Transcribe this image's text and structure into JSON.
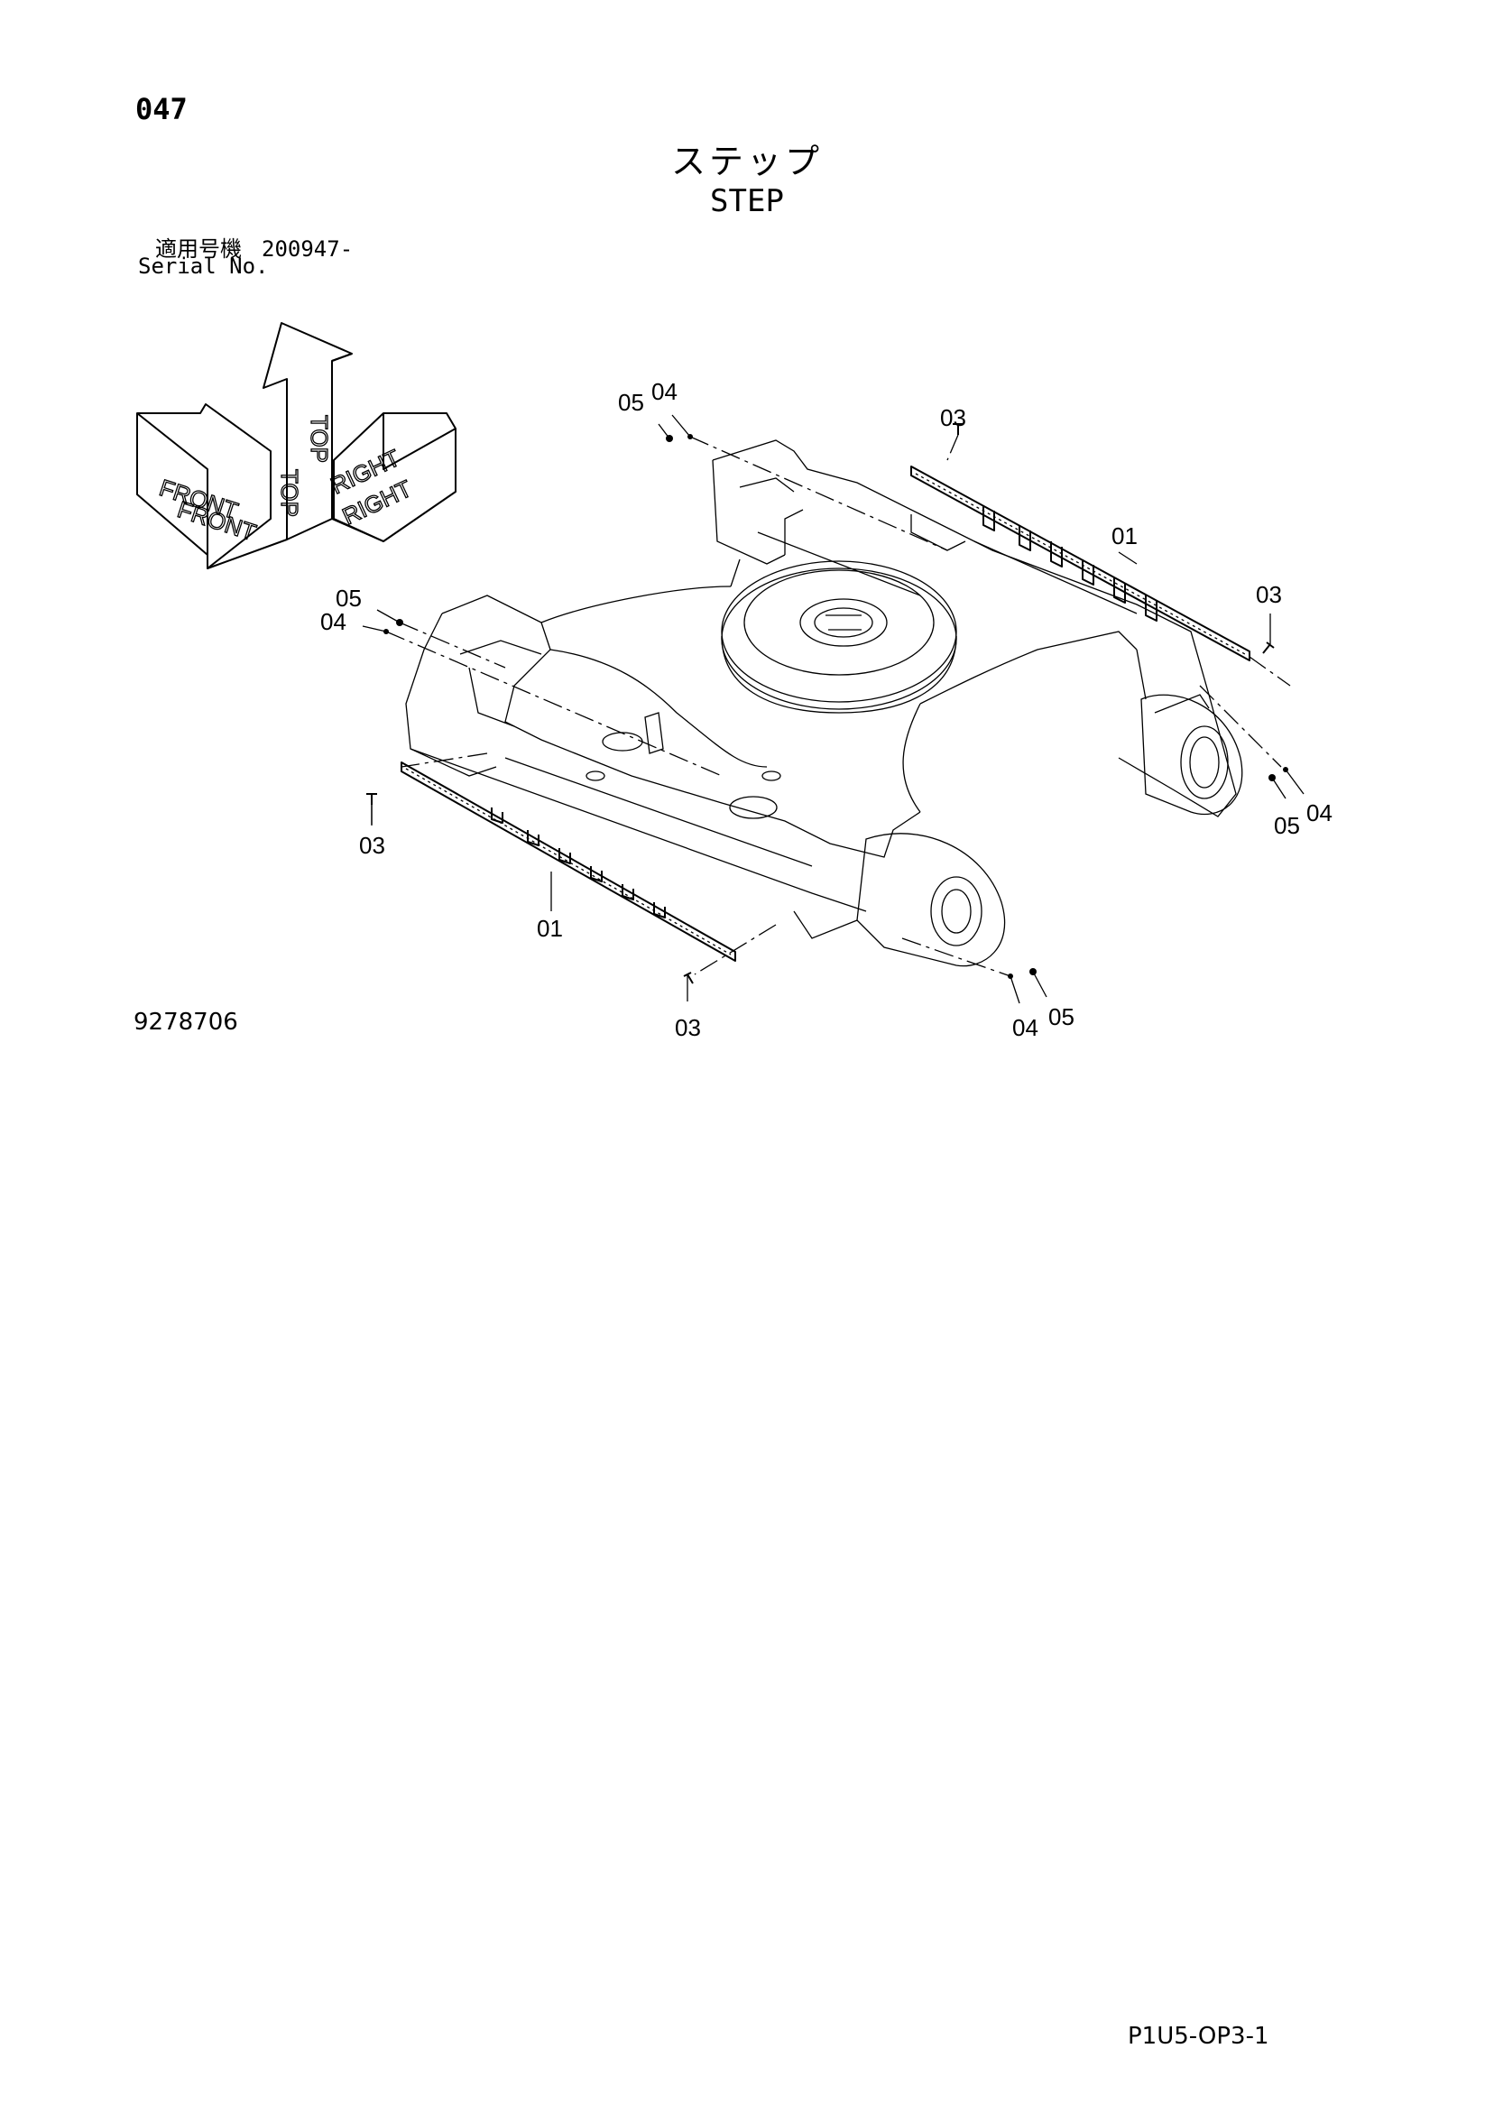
{
  "header": {
    "page_number": "047",
    "title_ja": "ステップ",
    "title_en": "STEP",
    "serial_label_ja": "適用号機",
    "serial_value": "200947-",
    "serial_label_en": "Serial No."
  },
  "orientation": {
    "front_label": "FRONT",
    "top_label": "TOP",
    "right_label": "RIGHT"
  },
  "callouts": [
    {
      "id": "c1",
      "label": "05"
    },
    {
      "id": "c2",
      "label": "04"
    },
    {
      "id": "c3",
      "label": "03"
    },
    {
      "id": "c4",
      "label": "01"
    },
    {
      "id": "c5",
      "label": "03"
    },
    {
      "id": "c6",
      "label": "05"
    },
    {
      "id": "c7",
      "label": "04"
    },
    {
      "id": "c8",
      "label": "05"
    },
    {
      "id": "c9",
      "label": "04"
    },
    {
      "id": "c10",
      "label": "03"
    },
    {
      "id": "c11",
      "label": "01"
    },
    {
      "id": "c12",
      "label": "03"
    },
    {
      "id": "c13",
      "label": "04"
    },
    {
      "id": "c14",
      "label": "05"
    }
  ],
  "footer": {
    "drawing_number": "9278706",
    "sheet_code": "P1U5-OP3-1"
  }
}
